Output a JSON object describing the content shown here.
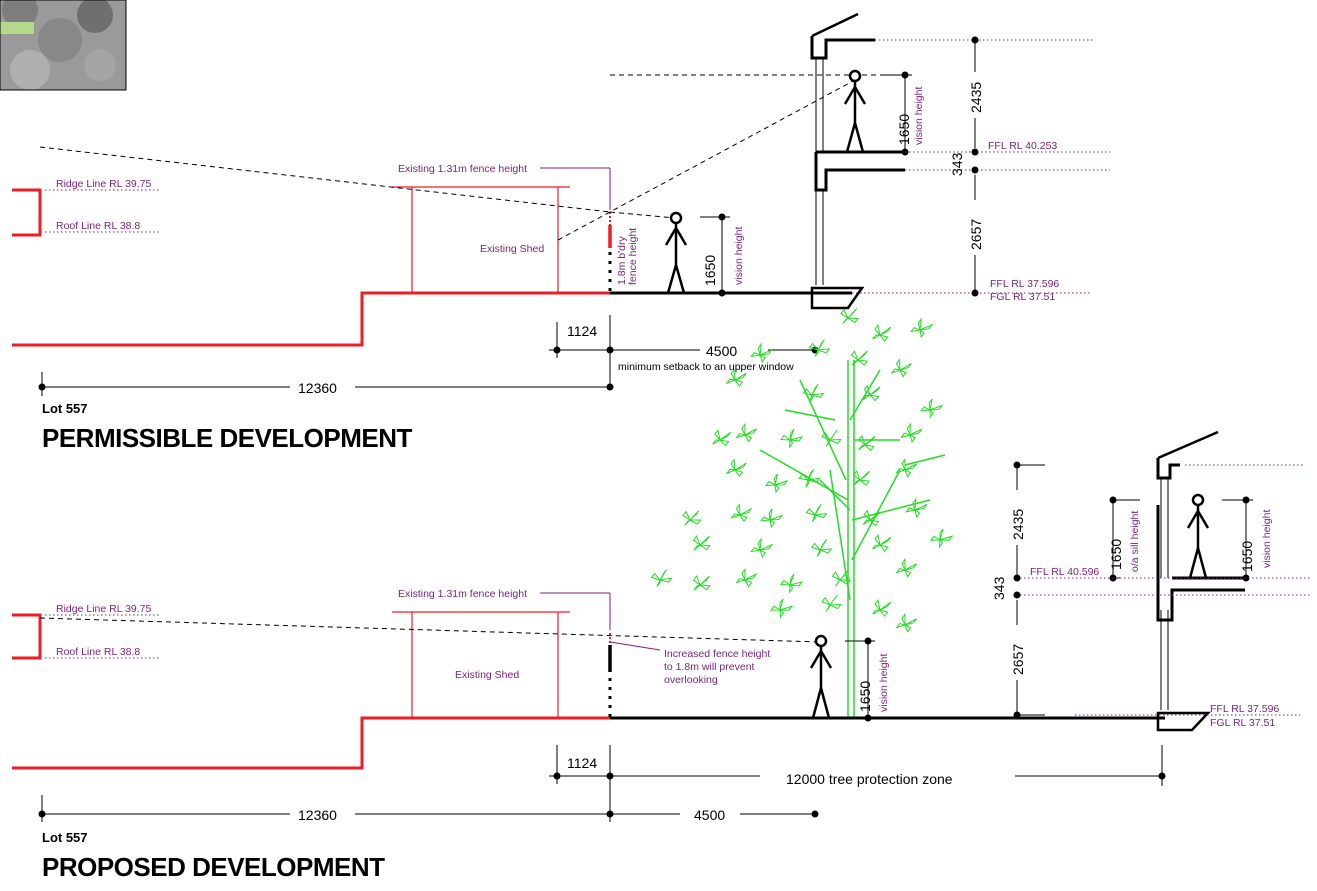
{
  "colors": {
    "red": "#ee1c24",
    "purple": "#7a1f7a",
    "green": "#22dd22",
    "black": "#000000"
  },
  "top": {
    "ridge_line": "Ridge Line RL 39.75",
    "roof_line": "Roof Line RL 38.8",
    "fence_existing": "Existing 1.31m fence height",
    "shed": "Existing Shed",
    "fence_bdry_1": "1.8m b'dry",
    "fence_bdry_2": "fence height",
    "dim_vision_1650": "1650",
    "vision_height": "vision height",
    "dim_upper_vision_1650": "1650",
    "upper_vision_height": "vision height",
    "dim_2435": "2435",
    "dim_343": "343",
    "dim_2657": "2657",
    "ffl_upper": "FFL RL 40.253",
    "ffl_lower": "FFL  RL 37.596",
    "fgl": "FGL  RL 37.51",
    "dim_1124": "1124",
    "dim_4500": "4500",
    "setback_note": "minimum setback to an upper window",
    "dim_12360": "12360",
    "lot": "Lot 557",
    "title": "PERMISSIBLE DEVELOPMENT"
  },
  "bottom": {
    "ridge_line": "Ridge Line RL 39.75",
    "roof_line": "Roof Line RL 38.8",
    "fence_existing": "Existing 1.31m fence height",
    "shed": "Existing Shed",
    "increased_1": "Increased fence height",
    "increased_2": "to 1.8m will prevent",
    "increased_3": "overlooking",
    "dim_vision_1650": "1650",
    "vision_height": "vision height",
    "dim_sill_1650": "1650",
    "sill_height": "o/a sill height",
    "dim_upper_vision_1650": "1650",
    "upper_vision_height": "vision height",
    "dim_2435": "2435",
    "dim_343": "343",
    "dim_2657": "2657",
    "ffl_upper": "FFL RL 40.596",
    "ffl_lower": "FFL  RL 37.596",
    "fgl": "FGL  RL 37.51",
    "dim_1124": "1124",
    "tpz": "12000 tree protection zone",
    "dim_12360": "12360",
    "dim_4500": "4500",
    "lot": "Lot 557",
    "title": "PROPOSED DEVELOPMENT"
  }
}
